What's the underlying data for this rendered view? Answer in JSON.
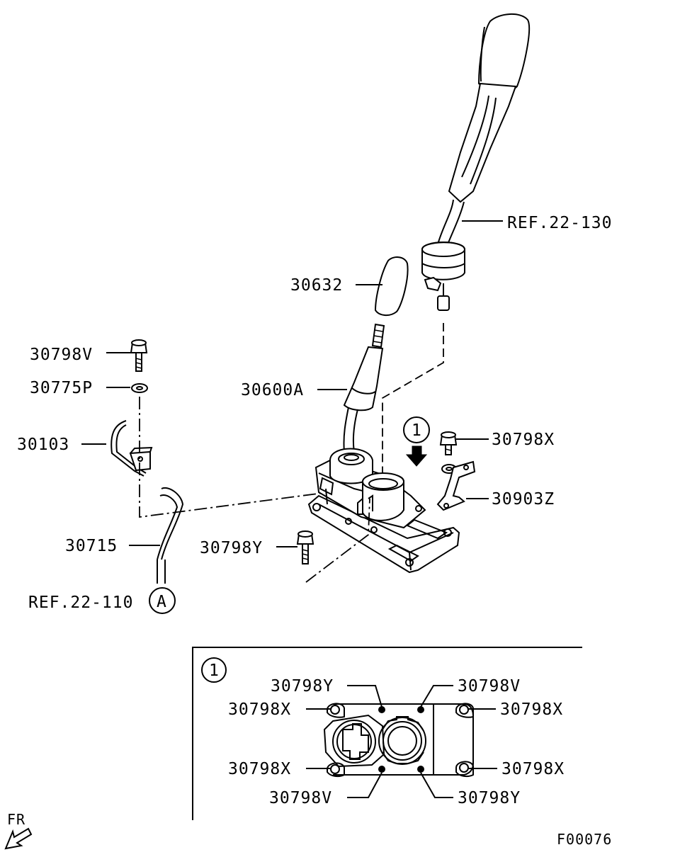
{
  "callouts": {
    "ref_22_130": "REF.22-130",
    "p30632": "30632",
    "p30798V_top": "30798V",
    "p30775P": "30775P",
    "p30600A": "30600A",
    "p30103": "30103",
    "p30798X_top": "30798X",
    "p30903Z": "30903Z",
    "p30715": "30715",
    "p30798Y_mid": "30798Y",
    "ref_22_110": "REF.22-110",
    "circle_A": "A",
    "view_marker": "1"
  },
  "detail_view": {
    "marker": "1",
    "labels": {
      "top_left_y": "30798Y",
      "top_right_v": "30798V",
      "left_upper_x": "30798X",
      "right_upper_x": "30798X",
      "left_lower_x": "30798X",
      "right_lower_x": "30798X",
      "bottom_left_v": "30798V",
      "bottom_right_y": "30798Y"
    }
  },
  "footer": {
    "fr_label": "FR",
    "figure_code": "F00076"
  }
}
